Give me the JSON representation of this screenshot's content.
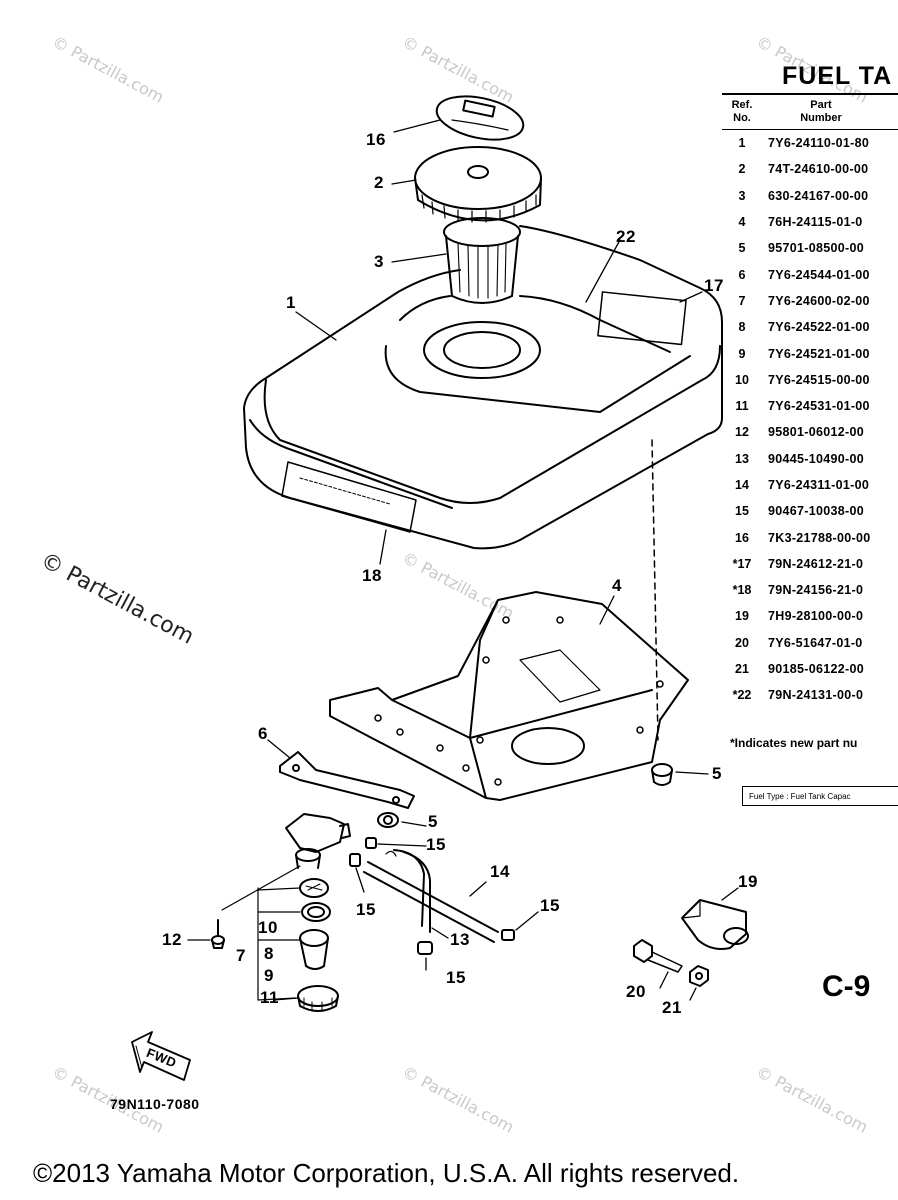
{
  "title": "FUEL TA",
  "table": {
    "headers": {
      "ref_line1": "Ref.",
      "ref_line2": "No.",
      "part_line1": "Part",
      "part_line2": "Number"
    },
    "rows": [
      {
        "ref": "1",
        "part": "7Y6-24110-01-80"
      },
      {
        "ref": "2",
        "part": "74T-24610-00-00"
      },
      {
        "ref": "3",
        "part": "630-24167-00-00"
      },
      {
        "ref": "4",
        "part": "76H-24115-01-0"
      },
      {
        "ref": "5",
        "part": "95701-08500-00"
      },
      {
        "ref": "6",
        "part": "7Y6-24544-01-00"
      },
      {
        "ref": "7",
        "part": "7Y6-24600-02-00"
      },
      {
        "ref": "8",
        "part": "7Y6-24522-01-00"
      },
      {
        "ref": "9",
        "part": "7Y6-24521-01-00"
      },
      {
        "ref": "10",
        "part": "7Y6-24515-00-00"
      },
      {
        "ref": "11",
        "part": "7Y6-24531-01-00"
      },
      {
        "ref": "12",
        "part": "95801-06012-00"
      },
      {
        "ref": "13",
        "part": "90445-10490-00"
      },
      {
        "ref": "14",
        "part": "7Y6-24311-01-00"
      },
      {
        "ref": "15",
        "part": "90467-10038-00"
      },
      {
        "ref": "16",
        "part": "7K3-21788-00-00"
      },
      {
        "ref": "*17",
        "part": "79N-24612-21-0"
      },
      {
        "ref": "*18",
        "part": "79N-24156-21-0"
      },
      {
        "ref": "19",
        "part": "7H9-28100-00-0"
      },
      {
        "ref": "20",
        "part": "7Y6-51647-01-0"
      },
      {
        "ref": "21",
        "part": "90185-06122-00"
      },
      {
        "ref": "*22",
        "part": "79N-24131-00-0"
      }
    ],
    "note": "*Indicates new part nu",
    "fuel_box": "Fuel Type : Fuel Tank Capac"
  },
  "callouts": {
    "c1": "1",
    "c2": "2",
    "c3": "3",
    "c4": "4",
    "c5a": "5",
    "c5b": "5",
    "c6": "6",
    "c7": "7",
    "c8": "8",
    "c9": "9",
    "c10": "10",
    "c11": "11",
    "c12": "12",
    "c13": "13",
    "c14": "14",
    "c15a": "15",
    "c15b": "15",
    "c15c": "15",
    "c15d": "15",
    "c16": "16",
    "c17": "17",
    "c18": "18",
    "c19": "19",
    "c20": "20",
    "c21": "21",
    "c22": "22"
  },
  "fwd_label": "FWD",
  "page_code": "C-9",
  "diagram_code": "79N110-7080",
  "watermark": "© Partzilla.com",
  "copyright": "©2013  Yamaha Motor Corporation, U.S.A. All rights reserved.",
  "colors": {
    "line": "#000000",
    "watermark": "#c8c8c8",
    "background": "#ffffff"
  }
}
